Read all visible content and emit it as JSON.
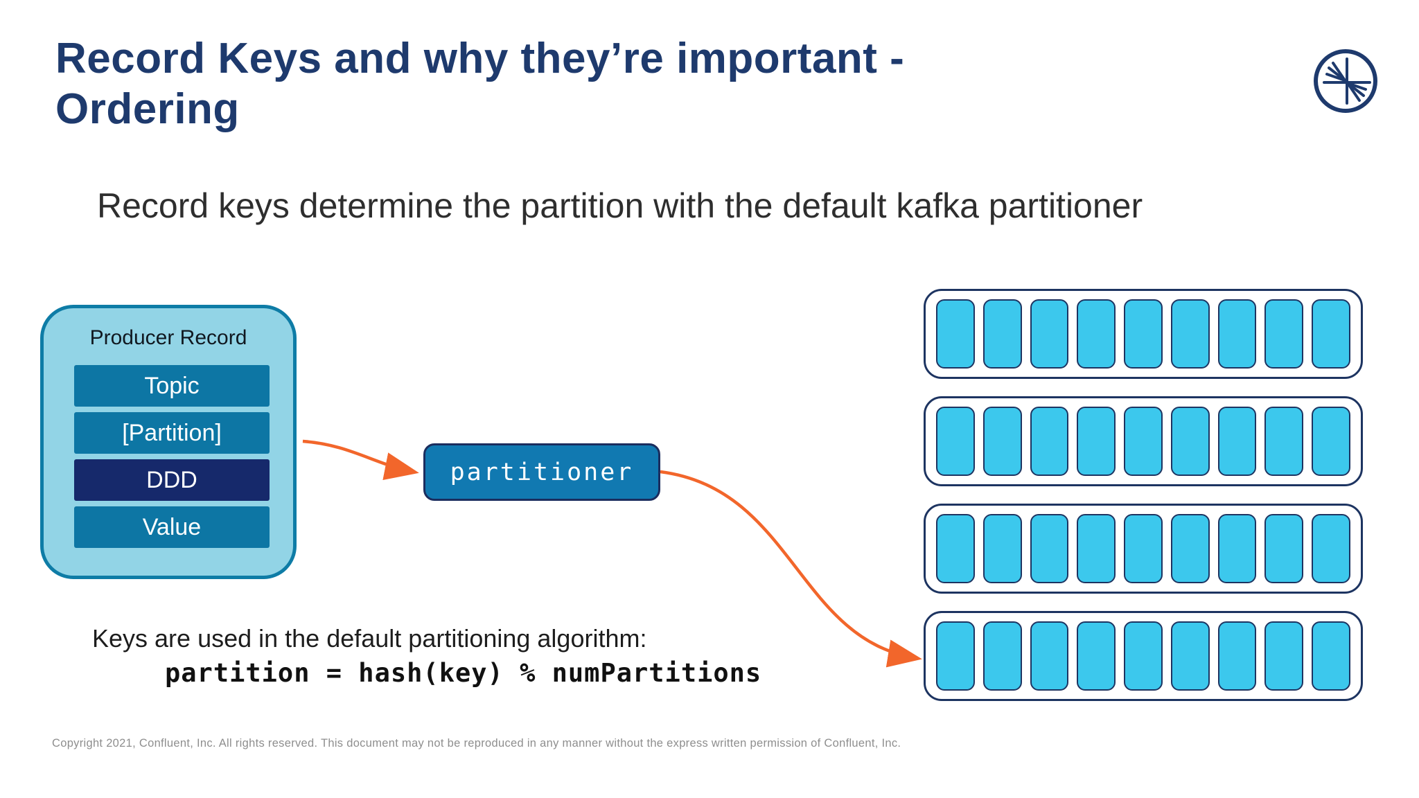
{
  "slide": {
    "title_lines": [
      "Record Keys and why they’re important -",
      "Ordering"
    ],
    "subtitle": "Record keys determine the partition with the default kafka partitioner",
    "footer": "Copyright 2021, Confluent, Inc. All rights reserved. This document may not be reproduced in any manner without the express written permission of Confluent, Inc."
  },
  "producer_record": {
    "label": "Producer Record",
    "fields": [
      {
        "label": "Topic",
        "variant": "normal"
      },
      {
        "label": "[Partition]",
        "variant": "normal"
      },
      {
        "label": "DDD",
        "variant": "key"
      },
      {
        "label": "Value",
        "variant": "normal"
      }
    ]
  },
  "partitioner": {
    "label": "partitioner"
  },
  "partitions": {
    "rows": 4,
    "cells_per_row": 9
  },
  "algorithm": {
    "caption": "Keys are used in the default partitioning algorithm:",
    "code": "partition = hash(key) % numPartitions"
  },
  "icons": {
    "logo": "confluent-logo"
  },
  "colors": {
    "title_navy": "#1E3A6D",
    "producer_fill": "#92D4E6",
    "producer_border": "#0E7CA6",
    "field_teal": "#0D76A4",
    "field_key_navy": "#16296B",
    "partitioner_blue": "#1179B1",
    "cell_cyan": "#3CC8ED",
    "outline_navy": "#1D3461",
    "arrow_orange": "#F2662B"
  }
}
